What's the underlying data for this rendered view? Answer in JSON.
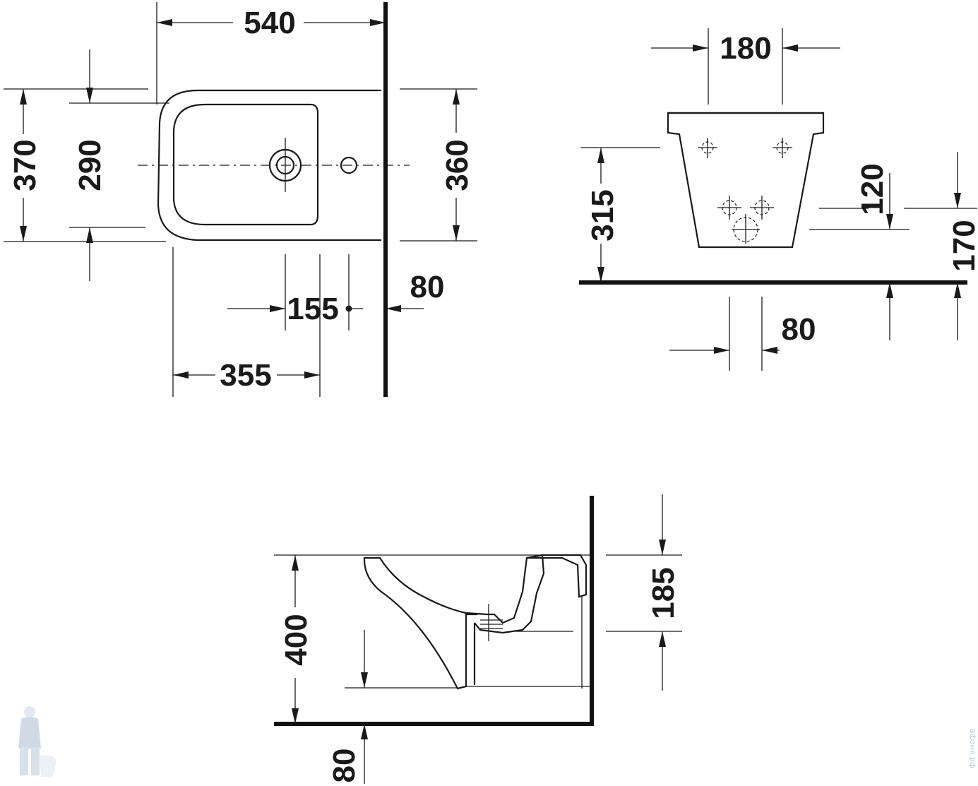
{
  "top_view": {
    "width_540": "540",
    "depth_370": "370",
    "inner_290": "290",
    "depth_360": "360",
    "dim_155": "155",
    "dim_80": "80",
    "dim_355": "355"
  },
  "rear_view": {
    "width_180": "180",
    "height_315": "315",
    "height_120": "120",
    "height_170": "170",
    "width_80": "80"
  },
  "side_view": {
    "height_400": "400",
    "height_185": "185",
    "floor_80": "80"
  },
  "watermark": {
    "text": "афоня.рф",
    "mascot_icon": "plumber-mascot-icon"
  }
}
